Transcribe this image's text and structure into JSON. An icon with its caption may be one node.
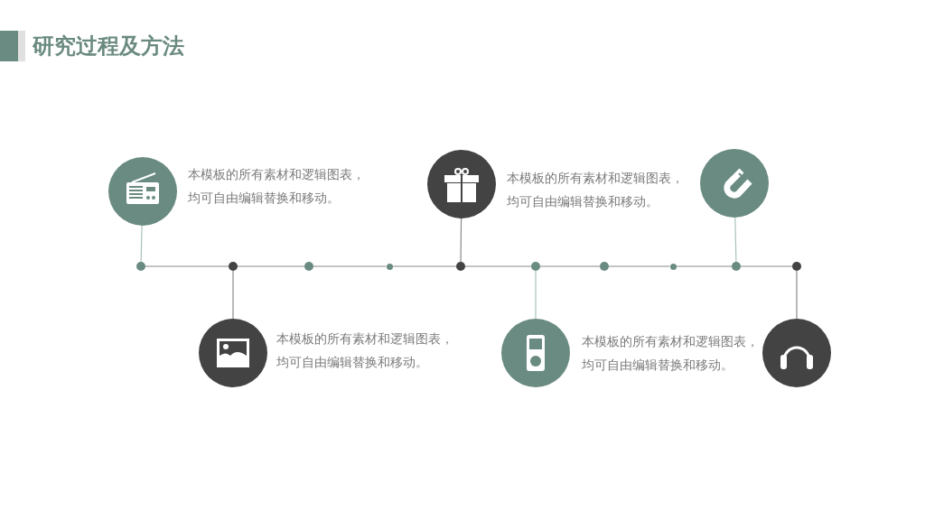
{
  "diagram": {
    "title": "研究过程及方法",
    "nodes": [
      {
        "text": [],
        "shape": "circle",
        "beside": [
          "本模板的所有素材和逻辑图表，均可自由编辑替换和移动。"
        ]
      },
      {
        "text": [],
        "shape": "circle",
        "beside": [
          "本模板的所有素材和逻辑图表，均可自由编辑替换和移动。"
        ]
      },
      {
        "text": [],
        "shape": "circle",
        "beside": [
          "本模板的所有素材和逻辑图表，均可自由编辑替换和移动。"
        ]
      },
      {
        "text": [],
        "shape": "circle",
        "beside": [
          "本模板的所有素材和逻辑图表，均可自由编辑替换和移动。"
        ]
      },
      {
        "text": [],
        "shape": "circle"
      },
      {
        "text": [],
        "shape": "circle"
      },
      {
        "text": [],
        "shape": "circle"
      },
      {
        "text": [],
        "shape": "circle"
      },
      {
        "text": [],
        "shape": "circle"
      },
      {
        "text": [],
        "shape": "circle"
      },
      {
        "text": [],
        "shape": "circle"
      },
      {
        "text": [],
        "shape": "circle"
      },
      {
        "text": [],
        "shape": "circle"
      },
      {
        "text": [],
        "shape": "circle"
      },
      {
        "text": [],
        "shape": "circle"
      },
      {
        "text": [],
        "shape": "circle"
      }
    ],
    "edges": [
      {
        "from": 0,
        "to": 6,
        "arrow": "none",
        "color": "#a9c2bc"
      },
      {
        "from": 1,
        "to": 7,
        "arrow": "none"
      },
      {
        "from": 2,
        "to": 10,
        "arrow": "none"
      },
      {
        "from": 3,
        "to": 11,
        "arrow": "none",
        "color": "#a9c2bc"
      },
      {
        "from": 4,
        "to": 14,
        "arrow": "none",
        "color": "#a9c2bc"
      },
      {
        "from": 5,
        "to": 15,
        "arrow": "none"
      },
      {
        "from": 6,
        "to": 7,
        "arrow": "none"
      },
      {
        "from": 7,
        "to": 8,
        "arrow": "none"
      },
      {
        "from": 8,
        "to": 9,
        "arrow": "none"
      },
      {
        "from": 9,
        "to": 10,
        "arrow": "none"
      },
      {
        "from": 10,
        "to": 11,
        "arrow": "none"
      },
      {
        "from": 11,
        "to": 12,
        "arrow": "none"
      },
      {
        "from": 12,
        "to": 13,
        "arrow": "none"
      },
      {
        "from": 13,
        "to": 14,
        "arrow": "none"
      },
      {
        "from": 14,
        "to": 15,
        "arrow": "none"
      }
    ]
  }
}
